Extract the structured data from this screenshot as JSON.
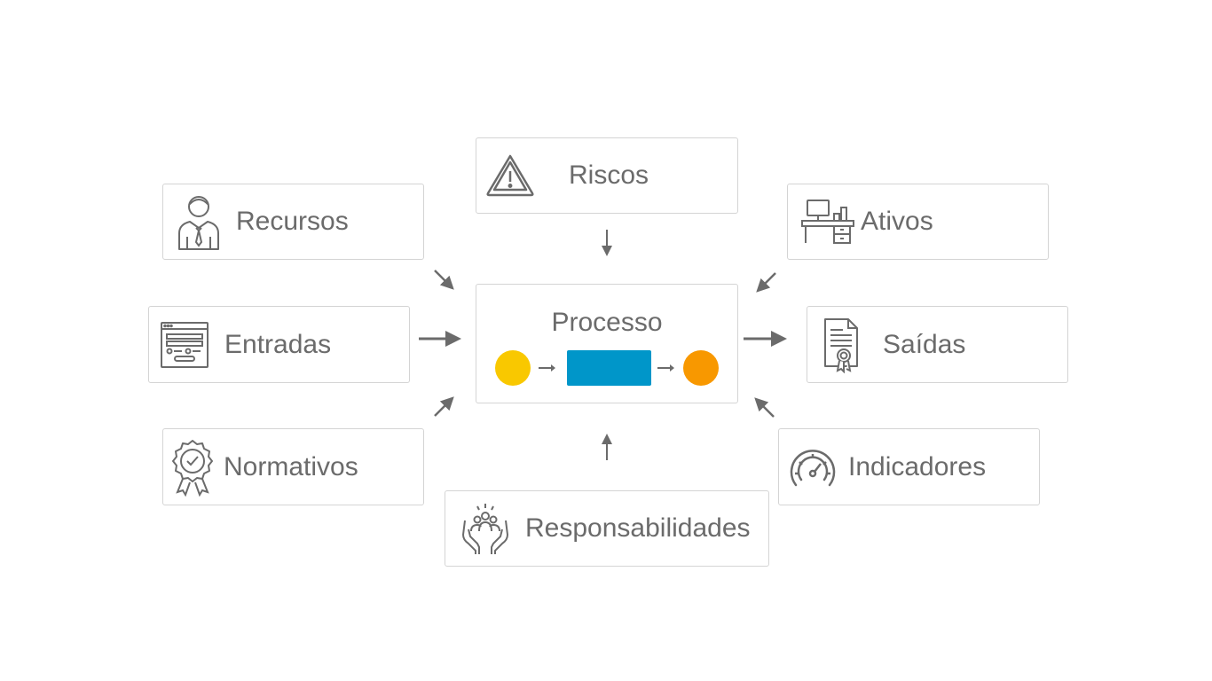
{
  "center": {
    "title": "Processo"
  },
  "nodes": {
    "riscos": {
      "label": "Riscos",
      "icon": "warning-icon"
    },
    "recursos": {
      "label": "Recursos",
      "icon": "person-tie-icon"
    },
    "ativos": {
      "label": "Ativos",
      "icon": "desk-computer-icon"
    },
    "entradas": {
      "label": "Entradas",
      "icon": "form-window-icon"
    },
    "saidas": {
      "label": "Saídas",
      "icon": "certificate-document-icon"
    },
    "normativos": {
      "label": "Normativos",
      "icon": "badge-check-icon"
    },
    "indicadores": {
      "label": "Indicadores",
      "icon": "speedometer-icon"
    },
    "responsabilidades": {
      "label": "Responsabilidades",
      "icon": "hands-people-icon"
    }
  },
  "colors": {
    "text": "#6b6b6b",
    "border": "#d4d4d4",
    "arrow": "#6b6b6b",
    "start_circle": "#f9c800",
    "process_block": "#0096c9",
    "end_circle": "#f89800"
  }
}
